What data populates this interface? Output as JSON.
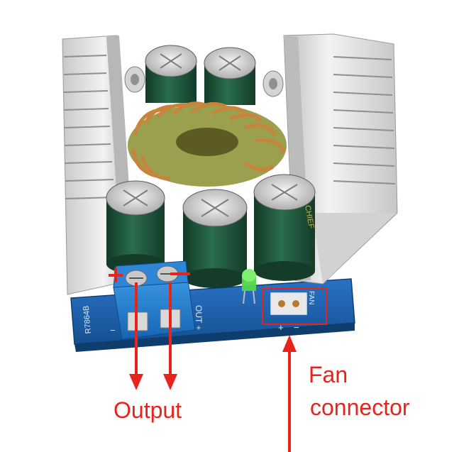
{
  "photo": {
    "board_id": "R7864B",
    "board_out_text": "OUT +",
    "board_minus_mark": "−",
    "fan_silk": "FAN",
    "fan_plus": "+",
    "fan_minus": "−",
    "cap_marking": "CHIEF"
  },
  "annotations": {
    "plus_sign": "+",
    "minus_sign": "−",
    "output_label": "Output",
    "fan_label_line1": "Fan",
    "fan_label_line2": "connector"
  },
  "colors": {
    "annotation": "#e8231b",
    "pcb": "#1d63b8",
    "capacitor": "#1f5a3c",
    "terminal": "#1f7fd0",
    "copper": "#c8843a",
    "heatsink": "#d8d8d8"
  }
}
